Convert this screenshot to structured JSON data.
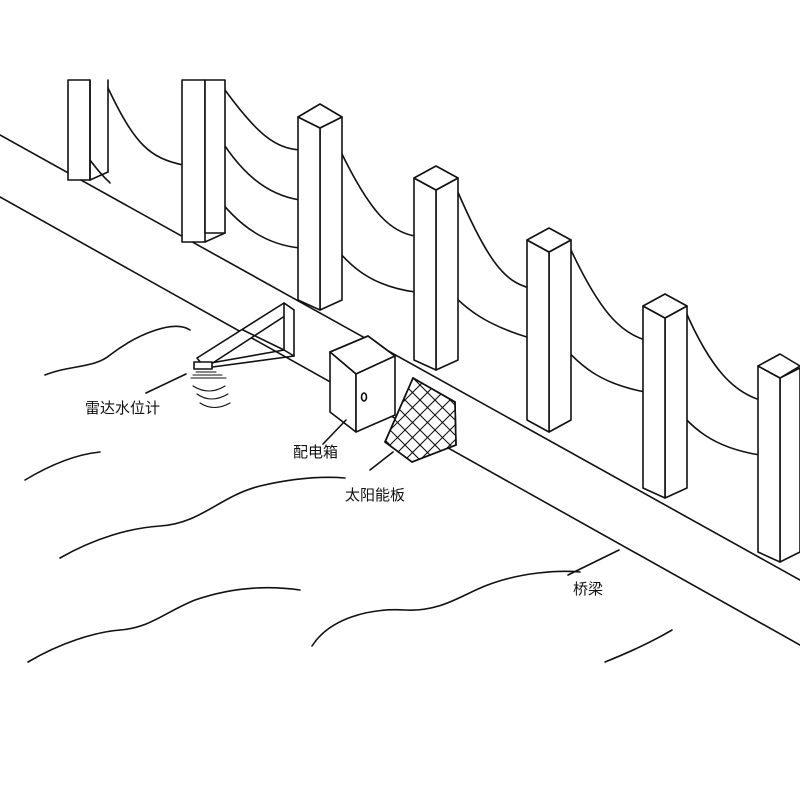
{
  "labels": {
    "radar": "雷达水位计",
    "box": "配电箱",
    "solar": "太阳能板",
    "bridge": "桥梁"
  },
  "colors": {
    "line": "#111111",
    "background": "#ffffff"
  }
}
